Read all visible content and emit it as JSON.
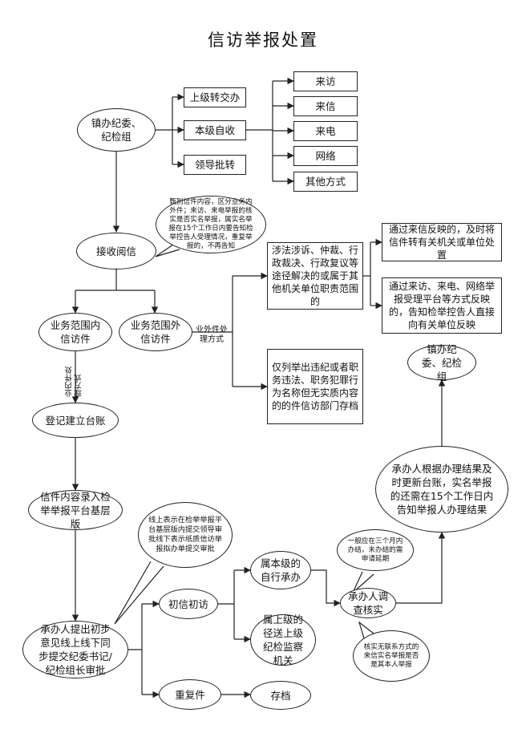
{
  "title": "信访举报处置",
  "nodes": {
    "town": "镇办纪委、纪检组",
    "upper": "上级转交办",
    "self": "本级自收",
    "leader": "领导批转",
    "visit": "来访",
    "letter": "来信",
    "phone": "来电",
    "net": "网络",
    "other": "其他方式",
    "receive": "接收阅信",
    "in_scope": "业务范围内信访件",
    "out_scope": "业务范围外信访件",
    "legal": "涉法涉诉、仲裁、行政裁决、行政复议等途径解决的或属于其他机关单位职责范围的",
    "letter_fwd": "通过来信反映的，及时将信件转有关机关或单位处置",
    "visit_fwd": "通过来访、来电、网络举报受理平台等方式反映的，告知检举控告人直接向有关单位反映",
    "archive_dept": "仅列举出违纪或者职务违法、职务犯罪行为名称但无实质内容的的件信访部门存档",
    "register": "登记建立台账",
    "input": "信件内容录入检举举报平台基层版",
    "opinion": "承办人提出初步意见线上线下同步提交纪委书记/纪检组长审批",
    "first": "初信初访",
    "repeat": "重复件",
    "archive": "存档",
    "own_handle": "属本级的自行承办",
    "upper_send": "属上级的径送上级纪检监察机关",
    "verify": "承办人调查核实",
    "update": "承办人根据办理结果及时更新台账，实名举报的还需在15个工作日内告知举报人办理结果",
    "town2": "镇办纪委、纪检组"
  },
  "bubbles": {
    "screening": "甄别信件内容，区分业务内外件；来访、来电举报的核实是否实名举报，属实名举报在15个工作日内要告知检举控告人受理情况，重复举报的，不再告知",
    "online": "线上表示在检举举报平台基层版内提交领导审批线下表示纸质信访举报拟办单提交审批",
    "three_months": "一般应在三个月内办结，未办结的需申请延期",
    "unreachable": "核实无联系方式的来信实名举报是否是其本人举报"
  },
  "labels": {
    "out_method": "业外件处理方式",
    "in_method": "业内件处理方式"
  }
}
